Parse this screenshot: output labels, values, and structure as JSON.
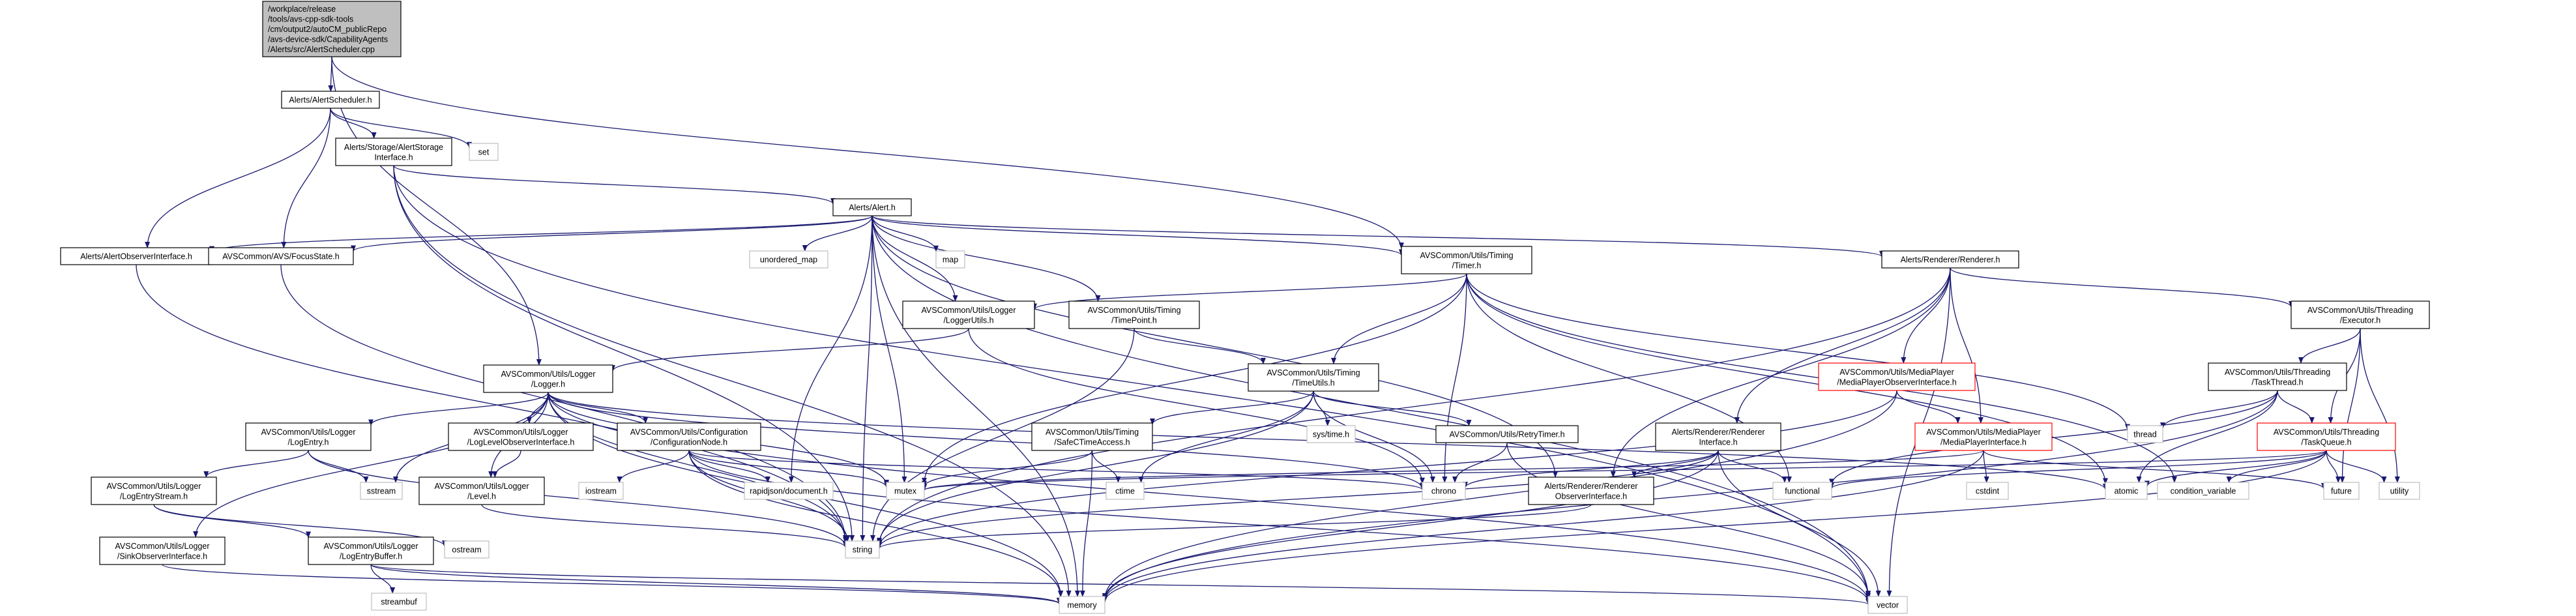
{
  "palette": {
    "edge": "#191970",
    "box_border": "#000000",
    "missing_border": "#bfbfbf",
    "incomplete_border": "#ff0000",
    "root_fill": "#bfbfbf",
    "fill": "#ffffff"
  },
  "nodes": [
    {
      "id": "root",
      "lines": [
        "/workplace/release",
        "/tools/avs-cpp-sdk-tools",
        "/cm/output2/autoCM_publicRepo",
        "/avs-device-sdk/CapabilityAgents",
        "/Alerts/src/AlertScheduler.cpp"
      ],
      "kind": "root",
      "interactable": false
    },
    {
      "id": "alertscheduler",
      "lines": [
        "Alerts/AlertScheduler.h"
      ],
      "kind": "normal",
      "interactable": true
    },
    {
      "id": "set",
      "lines": [
        "set"
      ],
      "kind": "missing",
      "interactable": false
    },
    {
      "id": "alertstorage",
      "lines": [
        "Alerts/Storage/AlertStorage",
        "Interface.h"
      ],
      "kind": "normal",
      "interactable": true
    },
    {
      "id": "alert",
      "lines": [
        "Alerts/Alert.h"
      ],
      "kind": "normal",
      "interactable": true
    },
    {
      "id": "alertobserver",
      "lines": [
        "Alerts/AlertObserverInterface.h"
      ],
      "kind": "normal",
      "interactable": true
    },
    {
      "id": "focusstate",
      "lines": [
        "AVSCommon/AVS/FocusState.h"
      ],
      "kind": "normal",
      "interactable": true
    },
    {
      "id": "unordered_map",
      "lines": [
        "unordered_map"
      ],
      "kind": "missing",
      "interactable": false
    },
    {
      "id": "map",
      "lines": [
        "map"
      ],
      "kind": "missing",
      "interactable": false
    },
    {
      "id": "timer",
      "lines": [
        "AVSCommon/Utils/Timing",
        "/Timer.h"
      ],
      "kind": "normal",
      "interactable": true
    },
    {
      "id": "renderer",
      "lines": [
        "Alerts/Renderer/Renderer.h"
      ],
      "kind": "normal",
      "interactable": true
    },
    {
      "id": "loggerutils",
      "lines": [
        "AVSCommon/Utils/Logger",
        "/LoggerUtils.h"
      ],
      "kind": "normal",
      "interactable": true
    },
    {
      "id": "timepoint",
      "lines": [
        "AVSCommon/Utils/Timing",
        "/TimePoint.h"
      ],
      "kind": "normal",
      "interactable": true
    },
    {
      "id": "executor",
      "lines": [
        "AVSCommon/Utils/Threading",
        "/Executor.h"
      ],
      "kind": "normal",
      "interactable": true
    },
    {
      "id": "logger",
      "lines": [
        "AVSCommon/Utils/Logger",
        "/Logger.h"
      ],
      "kind": "normal",
      "interactable": true
    },
    {
      "id": "timeutils",
      "lines": [
        "AVSCommon/Utils/Timing",
        "/TimeUtils.h"
      ],
      "kind": "normal",
      "interactable": true
    },
    {
      "id": "mpobserver",
      "lines": [
        "AVSCommon/Utils/MediaPlayer",
        "/MediaPlayerObserverInterface.h"
      ],
      "kind": "incomplete",
      "interactable": true
    },
    {
      "id": "taskthread",
      "lines": [
        "AVSCommon/Utils/Threading",
        "/TaskThread.h"
      ],
      "kind": "normal",
      "interactable": true
    },
    {
      "id": "thread",
      "lines": [
        "thread"
      ],
      "kind": "missing",
      "interactable": false
    },
    {
      "id": "logentry",
      "lines": [
        "AVSCommon/Utils/Logger",
        "/LogEntry.h"
      ],
      "kind": "normal",
      "interactable": true
    },
    {
      "id": "loglevelobserver",
      "lines": [
        "AVSCommon/Utils/Logger",
        "/LogLevelObserverInterface.h"
      ],
      "kind": "normal",
      "interactable": true
    },
    {
      "id": "confignode",
      "lines": [
        "AVSCommon/Utils/Configuration",
        "/ConfigurationNode.h"
      ],
      "kind": "normal",
      "interactable": true
    },
    {
      "id": "safectime",
      "lines": [
        "AVSCommon/Utils/Timing",
        "/SafeCTimeAccess.h"
      ],
      "kind": "normal",
      "interactable": true
    },
    {
      "id": "systime",
      "lines": [
        "sys/time.h"
      ],
      "kind": "missing",
      "interactable": false
    },
    {
      "id": "retrytimer",
      "lines": [
        "AVSCommon/Utils/RetryTimer.h"
      ],
      "kind": "normal",
      "interactable": true
    },
    {
      "id": "rendererinterface",
      "lines": [
        "Alerts/Renderer/Renderer",
        "Interface.h"
      ],
      "kind": "normal",
      "interactable": true
    },
    {
      "id": "mpinterface",
      "lines": [
        "AVSCommon/Utils/MediaPlayer",
        "/MediaPlayerInterface.h"
      ],
      "kind": "incomplete",
      "interactable": true
    },
    {
      "id": "taskqueue",
      "lines": [
        "AVSCommon/Utils/Threading",
        "/TaskQueue.h"
      ],
      "kind": "incomplete",
      "interactable": true
    },
    {
      "id": "logentrystream",
      "lines": [
        "AVSCommon/Utils/Logger",
        "/LogEntryStream.h"
      ],
      "kind": "normal",
      "interactable": true
    },
    {
      "id": "sstream",
      "lines": [
        "sstream"
      ],
      "kind": "missing",
      "interactable": false
    },
    {
      "id": "level",
      "lines": [
        "AVSCommon/Utils/Logger",
        "/Level.h"
      ],
      "kind": "normal",
      "interactable": true
    },
    {
      "id": "iostream",
      "lines": [
        "iostream"
      ],
      "kind": "missing",
      "interactable": false
    },
    {
      "id": "rapidjson",
      "lines": [
        "rapidjson/document.h"
      ],
      "kind": "missing",
      "interactable": false
    },
    {
      "id": "mutex",
      "lines": [
        "mutex"
      ],
      "kind": "missing",
      "interactable": false
    },
    {
      "id": "ctime",
      "lines": [
        "ctime"
      ],
      "kind": "missing",
      "interactable": false
    },
    {
      "id": "chrono",
      "lines": [
        "chrono"
      ],
      "kind": "missing",
      "interactable": false
    },
    {
      "id": "rendererobserver",
      "lines": [
        "Alerts/Renderer/Renderer",
        "ObserverInterface.h"
      ],
      "kind": "normal",
      "interactable": true
    },
    {
      "id": "functional",
      "lines": [
        "functional"
      ],
      "kind": "missing",
      "interactable": false
    },
    {
      "id": "cstdint",
      "lines": [
        "cstdint"
      ],
      "kind": "missing",
      "interactable": false
    },
    {
      "id": "atomic",
      "lines": [
        "atomic"
      ],
      "kind": "missing",
      "interactable": false
    },
    {
      "id": "condvar",
      "lines": [
        "condition_variable"
      ],
      "kind": "missing",
      "interactable": false
    },
    {
      "id": "future",
      "lines": [
        "future"
      ],
      "kind": "missing",
      "interactable": false
    },
    {
      "id": "utility",
      "lines": [
        "utility"
      ],
      "kind": "missing",
      "interactable": false
    },
    {
      "id": "sinkobserver",
      "lines": [
        "AVSCommon/Utils/Logger",
        "/SinkObserverInterface.h"
      ],
      "kind": "normal",
      "interactable": true
    },
    {
      "id": "logentrybuffer",
      "lines": [
        "AVSCommon/Utils/Logger",
        "/LogEntryBuffer.h"
      ],
      "kind": "normal",
      "interactable": true
    },
    {
      "id": "ostream",
      "lines": [
        "ostream"
      ],
      "kind": "missing",
      "interactable": false
    },
    {
      "id": "string",
      "lines": [
        "string"
      ],
      "kind": "missing",
      "interactable": false
    },
    {
      "id": "streambuf",
      "lines": [
        "streambuf"
      ],
      "kind": "missing",
      "interactable": false
    },
    {
      "id": "memory",
      "lines": [
        "memory"
      ],
      "kind": "missing",
      "interactable": false
    },
    {
      "id": "vector",
      "lines": [
        "vector"
      ],
      "kind": "missing",
      "interactable": false
    }
  ],
  "edges": [
    [
      "root",
      "alertscheduler"
    ],
    [
      "root",
      "logger"
    ],
    [
      "root",
      "timer"
    ],
    [
      "alertscheduler",
      "set"
    ],
    [
      "alertscheduler",
      "alertstorage"
    ],
    [
      "alertscheduler",
      "alertobserver"
    ],
    [
      "alertscheduler",
      "focusstate"
    ],
    [
      "alertstorage",
      "alert"
    ],
    [
      "alertstorage",
      "string"
    ],
    [
      "alertstorage",
      "memory"
    ],
    [
      "alertstorage",
      "vector"
    ],
    [
      "alert",
      "alertobserver"
    ],
    [
      "alert",
      "focusstate"
    ],
    [
      "alert",
      "unordered_map"
    ],
    [
      "alert",
      "map"
    ],
    [
      "alert",
      "timer"
    ],
    [
      "alert",
      "renderer"
    ],
    [
      "alert",
      "loggerutils"
    ],
    [
      "alert",
      "timepoint"
    ],
    [
      "alert",
      "rendererobserver"
    ],
    [
      "alert",
      "rapidjson"
    ],
    [
      "alert",
      "mutex"
    ],
    [
      "alert",
      "string"
    ],
    [
      "alert",
      "memory"
    ],
    [
      "alert",
      "vector"
    ],
    [
      "alertobserver",
      "string"
    ],
    [
      "focusstate",
      "string"
    ],
    [
      "timer",
      "loggerutils"
    ],
    [
      "timer",
      "timeutils"
    ],
    [
      "timer",
      "chrono"
    ],
    [
      "timer",
      "functional"
    ],
    [
      "timer",
      "atomic"
    ],
    [
      "timer",
      "thread"
    ],
    [
      "timer",
      "condvar"
    ],
    [
      "timer",
      "mutex"
    ],
    [
      "renderer",
      "executor"
    ],
    [
      "renderer",
      "rendererinterface"
    ],
    [
      "renderer",
      "mpobserver"
    ],
    [
      "renderer",
      "mpinterface"
    ],
    [
      "renderer",
      "rendererobserver"
    ],
    [
      "renderer",
      "string"
    ],
    [
      "renderer",
      "vector"
    ],
    [
      "loggerutils",
      "logger"
    ],
    [
      "loggerutils",
      "chrono"
    ],
    [
      "timepoint",
      "timeutils"
    ],
    [
      "timepoint",
      "string"
    ],
    [
      "executor",
      "taskthread"
    ],
    [
      "executor",
      "taskqueue"
    ],
    [
      "executor",
      "future"
    ],
    [
      "executor",
      "utility"
    ],
    [
      "logger",
      "logentry"
    ],
    [
      "logger",
      "loglevelobserver"
    ],
    [
      "logger",
      "level"
    ],
    [
      "logger",
      "confignode"
    ],
    [
      "logger",
      "sinkobserver"
    ],
    [
      "logger",
      "sstream"
    ],
    [
      "logger",
      "mutex"
    ],
    [
      "logger",
      "chrono"
    ],
    [
      "logger",
      "atomic"
    ],
    [
      "logger",
      "memory"
    ],
    [
      "logger",
      "string"
    ],
    [
      "logger",
      "vector"
    ],
    [
      "timeutils",
      "safectime"
    ],
    [
      "timeutils",
      "retrytimer"
    ],
    [
      "timeutils",
      "systime"
    ],
    [
      "timeutils",
      "ctime"
    ],
    [
      "timeutils",
      "chrono"
    ],
    [
      "timeutils",
      "string"
    ],
    [
      "mpobserver",
      "mpinterface"
    ],
    [
      "mpobserver",
      "string"
    ],
    [
      "mpobserver",
      "memory"
    ],
    [
      "taskthread",
      "taskqueue"
    ],
    [
      "taskthread",
      "thread"
    ],
    [
      "taskthread",
      "atomic"
    ],
    [
      "taskthread",
      "functional"
    ],
    [
      "taskthread",
      "memory"
    ],
    [
      "logentry",
      "logentrystream"
    ],
    [
      "logentry",
      "sstream"
    ],
    [
      "logentry",
      "string"
    ],
    [
      "loglevelobserver",
      "level"
    ],
    [
      "confignode",
      "iostream"
    ],
    [
      "confignode",
      "rapidjson"
    ],
    [
      "confignode",
      "mutex"
    ],
    [
      "confignode",
      "string"
    ],
    [
      "confignode",
      "chrono"
    ],
    [
      "confignode",
      "memory"
    ],
    [
      "confignode",
      "vector"
    ],
    [
      "safectime",
      "ctime"
    ],
    [
      "safectime",
      "mutex"
    ],
    [
      "safectime",
      "memory"
    ],
    [
      "retrytimer",
      "chrono"
    ],
    [
      "retrytimer",
      "vector"
    ],
    [
      "rendererinterface",
      "rendererobserver"
    ],
    [
      "rendererinterface",
      "chrono"
    ],
    [
      "rendererinterface",
      "functional"
    ],
    [
      "rendererinterface",
      "string"
    ],
    [
      "rendererinterface",
      "memory"
    ],
    [
      "rendererinterface",
      "vector"
    ],
    [
      "mpinterface",
      "mutex"
    ],
    [
      "mpinterface",
      "cstdint"
    ],
    [
      "mpinterface",
      "future"
    ],
    [
      "mpinterface",
      "memory"
    ],
    [
      "taskqueue",
      "mutex"
    ],
    [
      "taskqueue",
      "condvar"
    ],
    [
      "taskqueue",
      "future"
    ],
    [
      "taskqueue",
      "utility"
    ],
    [
      "taskqueue",
      "functional"
    ],
    [
      "taskqueue",
      "memory"
    ],
    [
      "taskqueue",
      "atomic"
    ],
    [
      "logentrystream",
      "logentrybuffer"
    ],
    [
      "logentrystream",
      "ostream"
    ],
    [
      "level",
      "string"
    ],
    [
      "rendererobserver",
      "string"
    ],
    [
      "sinkobserver",
      "memory"
    ],
    [
      "logentrybuffer",
      "streambuf"
    ],
    [
      "logentrybuffer",
      "memory"
    ],
    [
      "logentrybuffer",
      "vector"
    ]
  ]
}
